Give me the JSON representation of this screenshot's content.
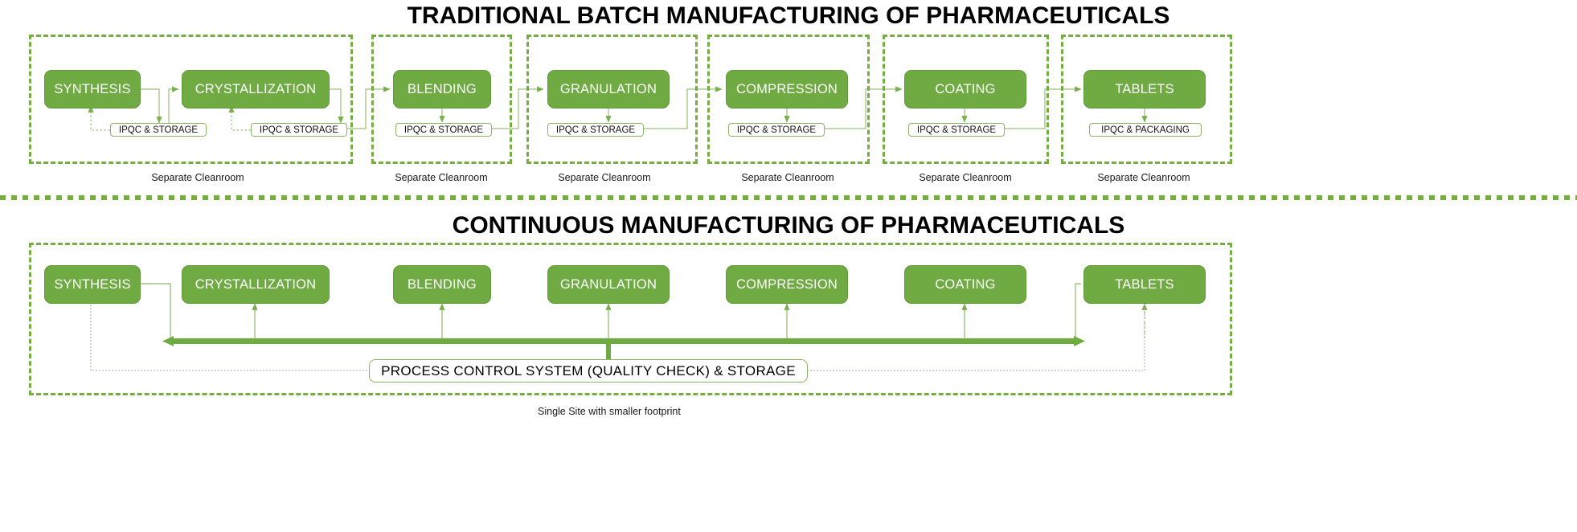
{
  "diagram": {
    "accent_green": "#76ad43",
    "box_fill": "#6fab42",
    "box_text_color": "#ffffff"
  },
  "batch": {
    "title": "TRADITIONAL BATCH MANUFACTURING OF PHARMACEUTICALS",
    "cleanroom_caption": "Separate Cleanroom",
    "steps": [
      {
        "name": "SYNTHESIS",
        "ipqc": "IPQC & STORAGE"
      },
      {
        "name": "CRYSTALLIZATION",
        "ipqc": "IPQC & STORAGE"
      },
      {
        "name": "BLENDING",
        "ipqc": "IPQC & STORAGE"
      },
      {
        "name": "GRANULATION",
        "ipqc": "IPQC & STORAGE"
      },
      {
        "name": "COMPRESSION",
        "ipqc": "IPQC & STORAGE"
      },
      {
        "name": "COATING",
        "ipqc": "IPQC & STORAGE"
      },
      {
        "name": "TABLETS",
        "ipqc": "IPQC & PACKAGING"
      }
    ],
    "cleanroom_captions": [
      "Separate Cleanroom",
      "Separate Cleanroom",
      "Separate Cleanroom",
      "Separate Cleanroom",
      "Separate Cleanroom",
      "Separate Cleanroom"
    ]
  },
  "continuous": {
    "title": "CONTINUOUS MANUFACTURING OF PHARMACEUTICALS",
    "steps": [
      {
        "name": "SYNTHESIS"
      },
      {
        "name": "CRYSTALLIZATION"
      },
      {
        "name": "BLENDING"
      },
      {
        "name": "GRANULATION"
      },
      {
        "name": "COMPRESSION"
      },
      {
        "name": "COATING"
      },
      {
        "name": "TABLETS"
      }
    ],
    "control_system": "PROCESS CONTROL SYSTEM (QUALITY CHECK) & STORAGE",
    "footer_caption": "Single Site with smaller footprint"
  }
}
